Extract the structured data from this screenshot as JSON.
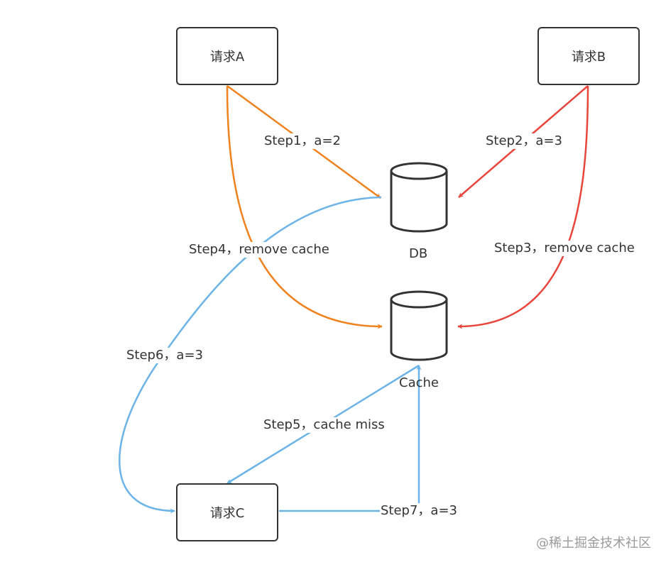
{
  "nodes": {
    "request_a": "请求A",
    "request_b": "请求B",
    "request_c": "请求C",
    "db": "DB",
    "cache": "Cache"
  },
  "edges": {
    "step1": "Step1，a=2",
    "step2": "Step2，a=3",
    "step3": "Step3，remove cache",
    "step4": "Step4，remove cache",
    "step5": "Step5，cache miss",
    "step6": "Step6，a=3",
    "step7": "Step7，a=3"
  },
  "colors": {
    "request_a_arrows": "#f0821e",
    "request_b_arrows": "#e8453c",
    "request_c_arrows": "#6cb4e8",
    "node_border": "#333333"
  },
  "watermark": "@稀土掘金技术社区"
}
